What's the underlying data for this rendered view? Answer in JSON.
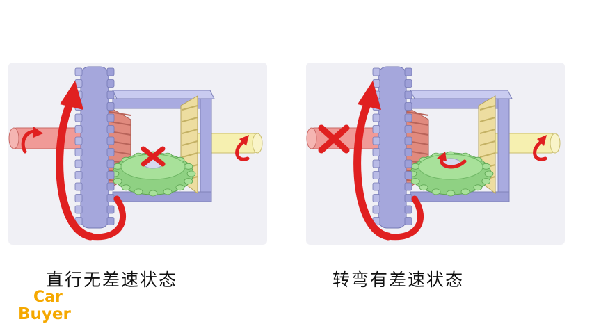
{
  "diagrams": [
    {
      "caption": "直行无差速状态",
      "input_shaft_blocked": false,
      "spider_gear_rotating": false
    },
    {
      "caption": "转弯有差速状态",
      "input_shaft_blocked": true,
      "spider_gear_rotating": true
    }
  ],
  "logo": {
    "line1": "Car",
    "line2": "Buyer"
  },
  "colors": {
    "frame": "#a9abe0",
    "ring_gear": "#a5a7dc",
    "left_axle": "#f09a97",
    "right_axle": "#f6f0b0",
    "left_bevel": "#e08a7e",
    "right_bevel": "#eddda0",
    "spider_gear": "#a8e19a",
    "arrow": "#e02020",
    "logo": "#f5a800",
    "shadow": "#e4e4ec"
  }
}
